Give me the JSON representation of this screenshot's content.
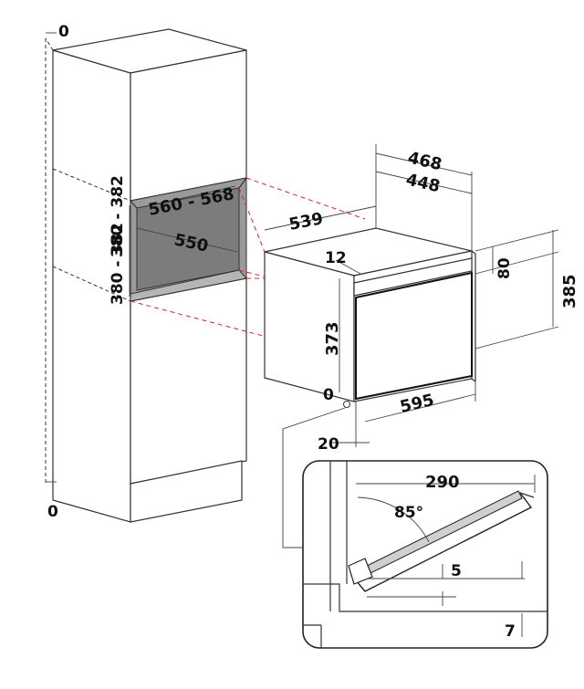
{
  "dimensions": {
    "top_zero": "0",
    "bottom_zero": "0",
    "niche_width": "560 - 568",
    "niche_depth": "550",
    "niche_height_upper": "380 - 382",
    "niche_height_lower": "380 - 382",
    "oven_depth": "539",
    "width_outer": "468",
    "width_inner": "448",
    "front_height": "385",
    "panel_height": "80",
    "top_offset": "12",
    "body_height": "373",
    "front_zero": "0",
    "oven_width": "595",
    "front_offset": "20",
    "door_depth": "290",
    "door_angle": "85°",
    "gap_5": "5",
    "gap_7": "7"
  }
}
